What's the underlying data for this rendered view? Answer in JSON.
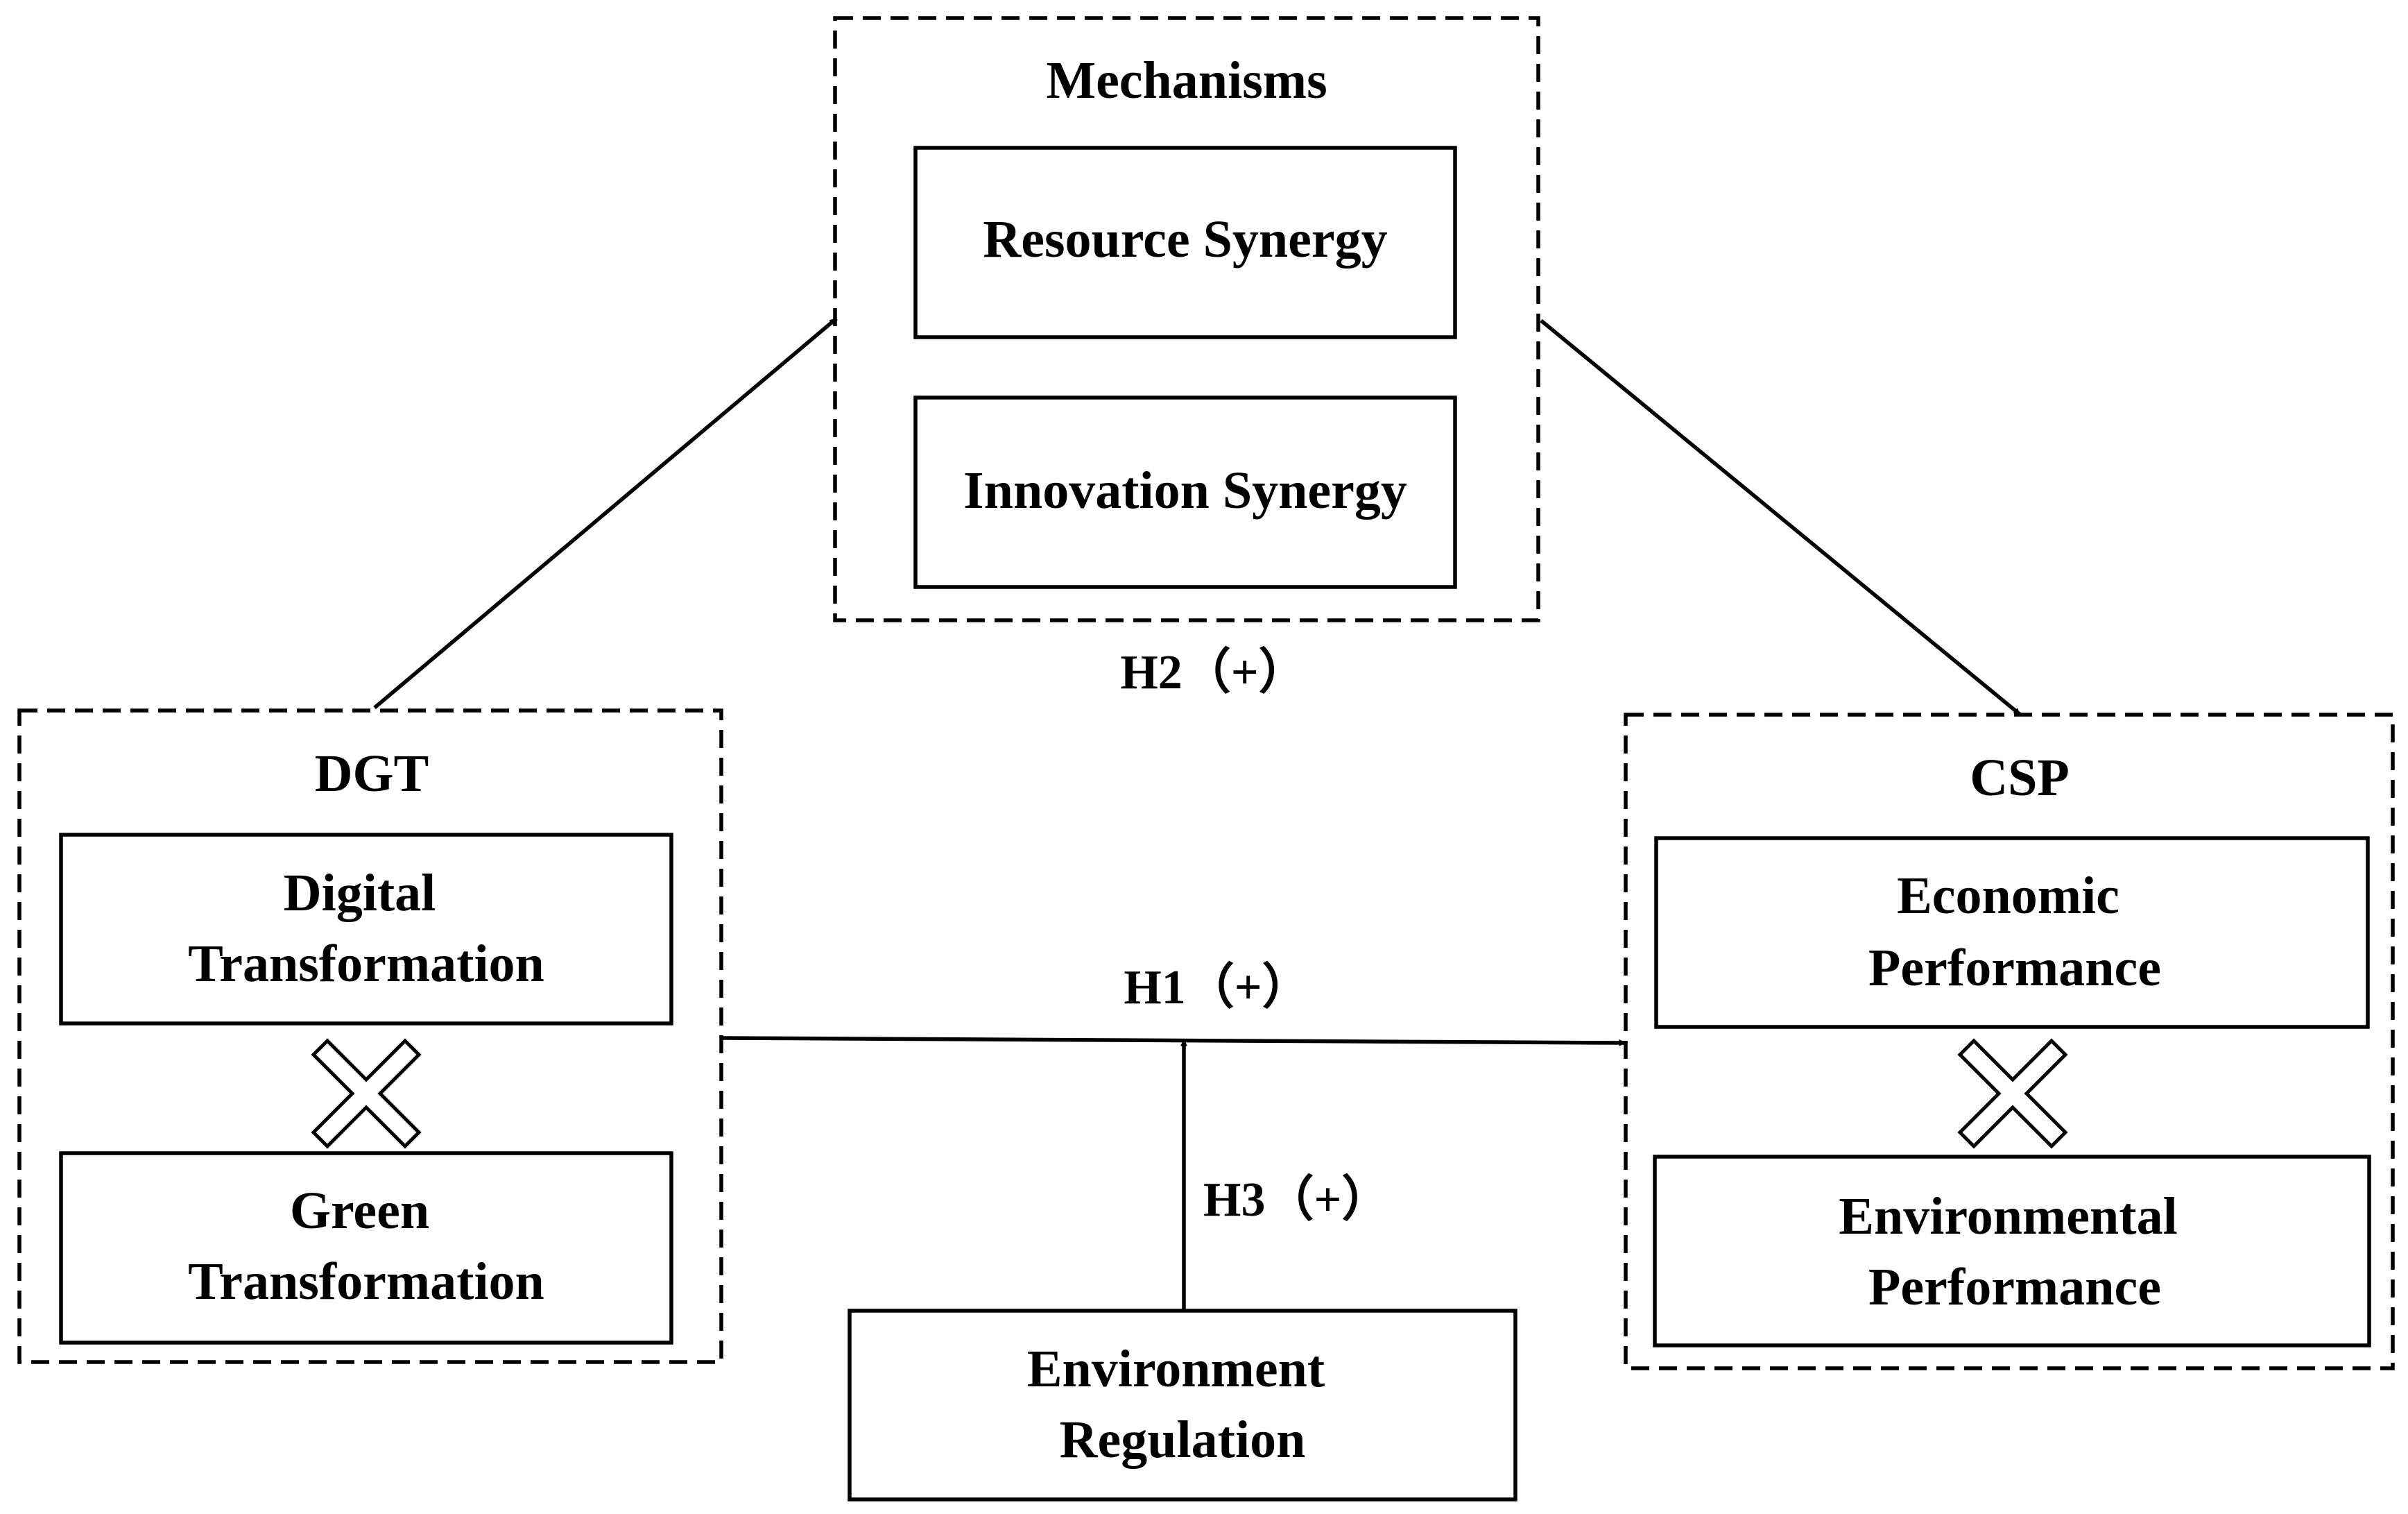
{
  "mechanisms": {
    "title": "Mechanisms",
    "items": [
      "Resource Synergy",
      "Innovation Synergy"
    ]
  },
  "dgt": {
    "title": "DGT",
    "items": [
      [
        "Digital",
        "Transformation"
      ],
      [
        "Green",
        "Transformation"
      ]
    ]
  },
  "csp": {
    "title": "CSP",
    "items": [
      [
        "Economic",
        "Performance"
      ],
      [
        "Environmental",
        "Performance"
      ]
    ]
  },
  "moderator": {
    "lines": [
      "Environment",
      "Regulation"
    ]
  },
  "hypotheses": {
    "h1": "H1（+）",
    "h2": "H2（+）",
    "h3": "H3（+）"
  }
}
